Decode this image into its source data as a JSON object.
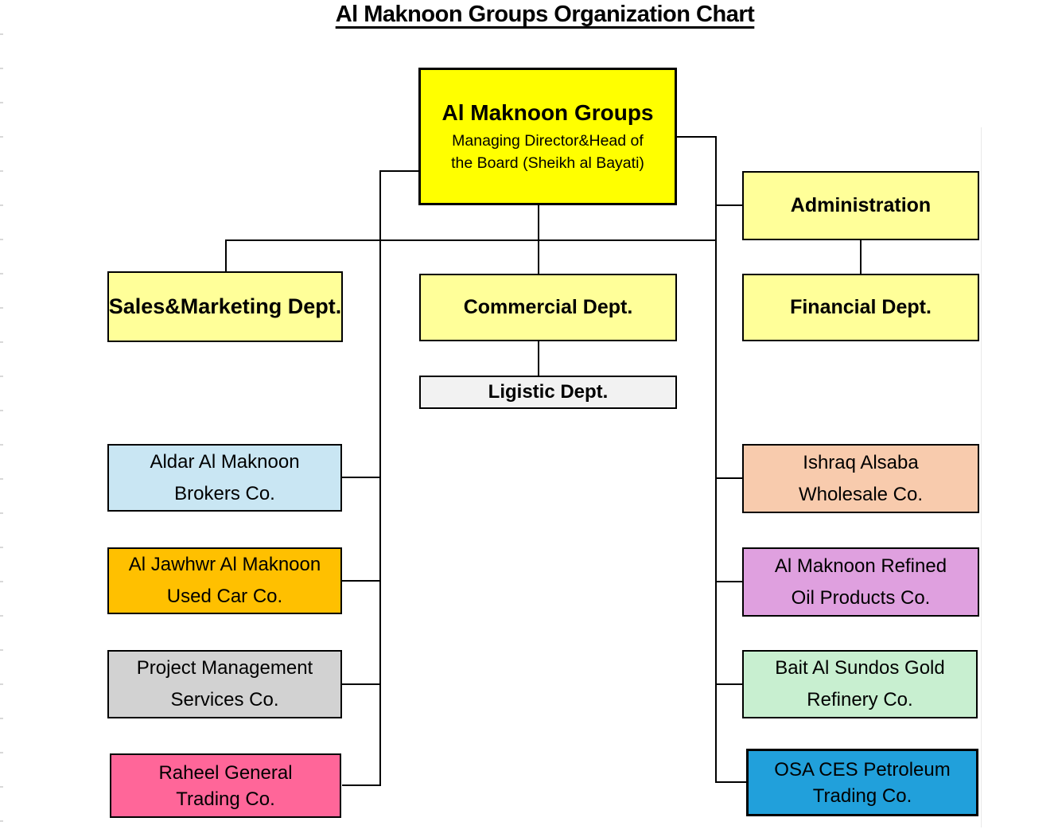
{
  "page_title": "Al Maknoon Groups Organization Chart",
  "org": {
    "root": {
      "title": "Al Maknoon Groups",
      "subtitle_line1": "Managing Director&Head of",
      "subtitle_line2": "the Board (Sheikh al Bayati)",
      "color": "#FFFF00"
    },
    "departments": {
      "administration": {
        "label": "Administration",
        "color": "#FFFF99"
      },
      "sales_marketing": {
        "label": "Sales&Marketing Dept.",
        "color": "#FFFF99"
      },
      "commercial": {
        "label": "Commercial Dept.",
        "color": "#FFFF99"
      },
      "financial": {
        "label": "Financial Dept.",
        "color": "#FFFF99"
      },
      "ligistic": {
        "label": "Ligistic Dept.",
        "color": "#F2F2F2"
      }
    },
    "left_companies": {
      "aldar": {
        "line1": "Aldar Al Maknoon",
        "line2": "Brokers Co.",
        "color": "#C9E6F3"
      },
      "jawhwr": {
        "line1": "Al Jawhwr Al Maknoon",
        "line2": "Used Car Co.",
        "color": "#FFC000"
      },
      "project": {
        "line1": "Project Management",
        "line2": "Services Co.",
        "color": "#D2D2D2"
      },
      "raheel": {
        "line1": "Raheel General",
        "line2": "Trading Co.",
        "color": "#FF6699"
      }
    },
    "right_companies": {
      "ishraq": {
        "line1": "Ishraq Alsaba",
        "line2": "Wholesale Co.",
        "color": "#F8CBAD"
      },
      "refined_oil": {
        "line1": "Al Maknoon Refined",
        "line2": "Oil Products Co.",
        "color": "#DFA0DF"
      },
      "bait": {
        "line1": "Bait Al Sundos Gold",
        "line2": "Refinery Co.",
        "color": "#C8EFD0"
      },
      "osa": {
        "line1": "OSA CES Petroleum",
        "line2": "Trading Co.",
        "color": "#21A0DB"
      }
    }
  }
}
